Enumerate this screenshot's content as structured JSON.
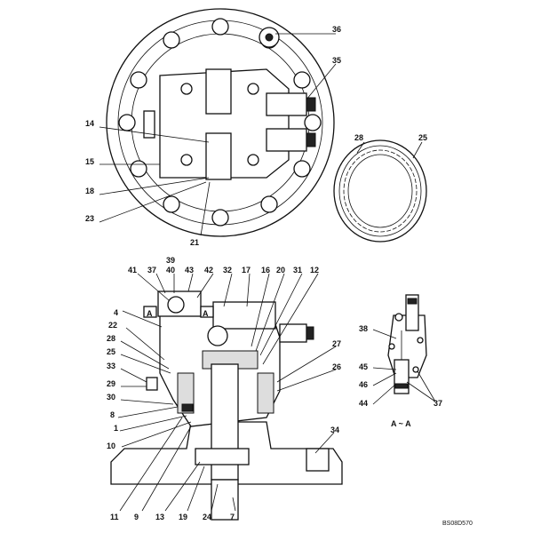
{
  "top_view": {
    "callouts": [
      "36",
      "35",
      "14",
      "15",
      "18",
      "23",
      "21"
    ]
  },
  "bearing_view": {
    "callouts": [
      "28",
      "25"
    ]
  },
  "section_view": {
    "top_callouts": [
      "39",
      "41",
      "37",
      "40",
      "43",
      "42",
      "32",
      "17",
      "16",
      "20",
      "31",
      "12"
    ],
    "left_callouts": [
      "4",
      "22",
      "28",
      "25",
      "33",
      "29",
      "30",
      "8",
      "1",
      "10"
    ],
    "right_callouts": [
      "27",
      "26",
      "34"
    ],
    "bottom_callouts": [
      "11",
      "9",
      "13",
      "19",
      "24",
      "7"
    ],
    "section_marks": [
      "A",
      "A"
    ]
  },
  "detail_view": {
    "callouts": [
      "38",
      "45",
      "46",
      "44",
      "37"
    ],
    "caption": "A ~ A"
  },
  "drawing_code": "BS08D570"
}
